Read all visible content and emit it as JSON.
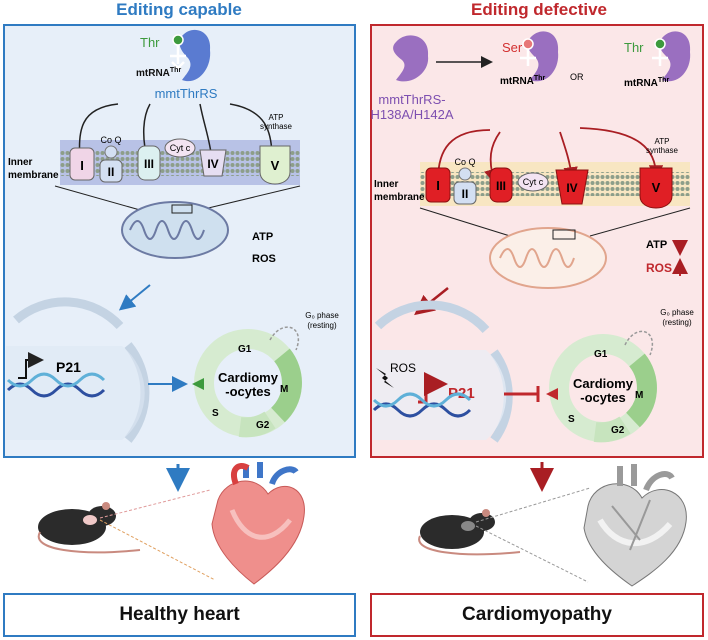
{
  "headers": {
    "left": "Editing capable",
    "right": "Editing defective"
  },
  "colors": {
    "left_accent": "#2f7bc2",
    "right_accent": "#c0282d",
    "left_bg": "#e7eff9",
    "right_bg": "#fbe7e8",
    "enzyme_left": "#5a7bd1",
    "enzyme_right": "#9a6fc0",
    "complex_red": "#e01f25",
    "thr_green": "#3d9a3d",
    "ser_red": "#d33030"
  },
  "left": {
    "aa_label": "Thr",
    "trna_label": "mtRNA",
    "trna_sup": "Thr",
    "enzyme_label": "mmtThrRS",
    "complexes": [
      "I",
      "II",
      "III",
      "IV",
      "V"
    ],
    "coq": "Co Q",
    "cytc": "Cyt c",
    "atp_synthase": [
      "ATP",
      "synthase"
    ],
    "inner_membrane": [
      "Inner",
      "membrane"
    ],
    "atp": "ATP",
    "ros": "ROS",
    "gene": "P21",
    "cell_cycle": {
      "center": [
        "Cardiomy",
        "-ocytes"
      ],
      "phases": [
        "G1",
        "M",
        "G2",
        "S"
      ],
      "g0": [
        "G₀ phase",
        "(resting)"
      ]
    }
  },
  "right": {
    "enzyme_label": [
      "mmtThrRS-",
      "H138A/H142A"
    ],
    "aa_ser": "Ser",
    "aa_thr": "Thr",
    "or": "OR",
    "trna_label": "mtRNA",
    "trna_sup": "Thr",
    "complexes": [
      "I",
      "II",
      "III",
      "IV",
      "V"
    ],
    "coq": "Co Q",
    "cytc": "Cyt c",
    "atp_synthase": [
      "ATP",
      "synthase"
    ],
    "inner_membrane": [
      "Inner",
      "membrane"
    ],
    "atp": "ATP",
    "ros": "ROS",
    "ros_stress": "ROS",
    "gene": "P21",
    "cell_cycle": {
      "center": [
        "Cardiomy",
        "-ocytes"
      ],
      "phases": [
        "G1",
        "M",
        "G2",
        "S"
      ],
      "g0": [
        "G₀ phase",
        "(resting)"
      ]
    }
  },
  "outcomes": {
    "left": "Healthy heart",
    "right": "Cardiomyopathy"
  }
}
